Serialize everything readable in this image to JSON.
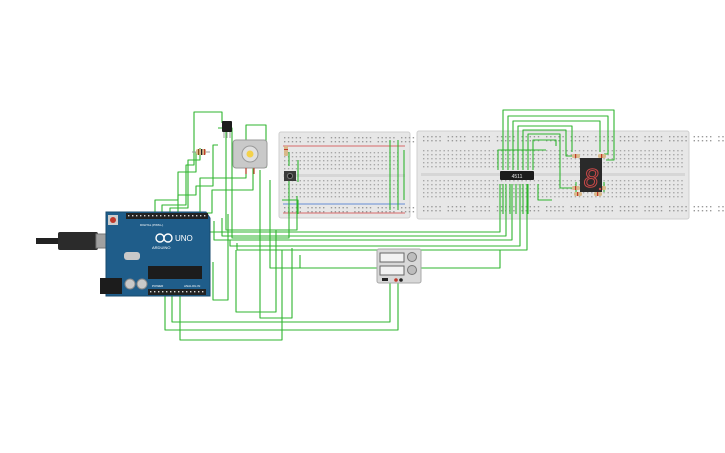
{
  "components": {
    "arduino": {
      "brand_text": "UNO",
      "sub_text": "ARDUINO",
      "header_top_text": "DIGITAL (PWM~)",
      "header_bottom_left_text": "POWER",
      "header_bottom_right_text": "ANALOG IN",
      "pcb_color": "#1f5d8a"
    },
    "ic_chip": {
      "label": "4511"
    },
    "seven_segment": {
      "digit": "8",
      "segment_color": "#c94848"
    },
    "motor": {
      "body_color": "#c9c9c9"
    },
    "wire_color": "#2fb52f",
    "breadboard_color": "#e6e6e6"
  }
}
